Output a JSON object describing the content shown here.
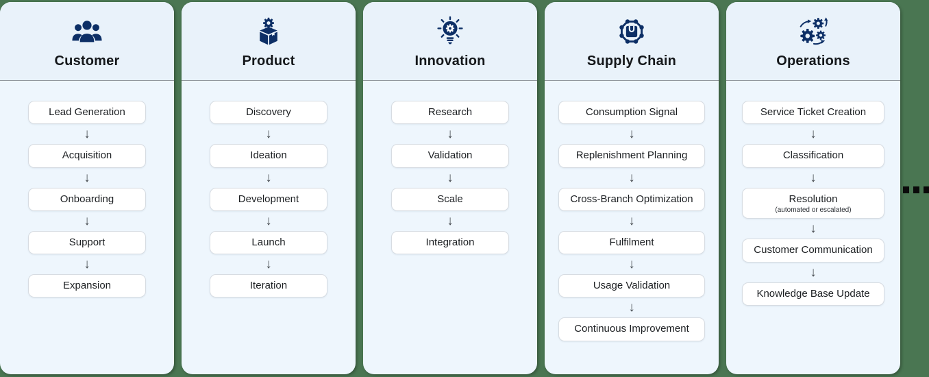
{
  "colors": {
    "background": "#4a7652",
    "card": "#eef6fd",
    "card_header": "#e9f2fa",
    "icon": "#0d2f66",
    "step_border": "#d7dce2",
    "dash": "#0b0b0b"
  },
  "connector": {
    "type": "dashed-continuation",
    "position": "right-edge"
  },
  "columns": [
    {
      "title": "Customer",
      "icon": "people-group-icon",
      "steps": [
        {
          "label": "Lead Generation"
        },
        {
          "label": "Acquisition"
        },
        {
          "label": "Onboarding"
        },
        {
          "label": "Support"
        },
        {
          "label": "Expansion"
        }
      ]
    },
    {
      "title": "Product",
      "icon": "package-gear-icon",
      "steps": [
        {
          "label": "Discovery"
        },
        {
          "label": "Ideation"
        },
        {
          "label": "Development"
        },
        {
          "label": "Launch"
        },
        {
          "label": "Iteration"
        }
      ]
    },
    {
      "title": "Innovation",
      "icon": "lightbulb-gear-icon",
      "steps": [
        {
          "label": "Research"
        },
        {
          "label": "Validation"
        },
        {
          "label": "Scale"
        },
        {
          "label": "Integration"
        }
      ]
    },
    {
      "title": "Supply Chain",
      "icon": "network-box-icon",
      "steps": [
        {
          "label": "Consumption Signal"
        },
        {
          "label": "Replenishment Planning"
        },
        {
          "label": "Cross-Branch Optimization"
        },
        {
          "label": "Fulfilment"
        },
        {
          "label": "Usage Validation"
        },
        {
          "label": "Continuous Improvement"
        }
      ]
    },
    {
      "title": "Operations",
      "icon": "gears-sync-icon",
      "steps": [
        {
          "label": "Service Ticket Creation"
        },
        {
          "label": "Classification"
        },
        {
          "label": "Resolution",
          "sublabel": "(automated or escalated)"
        },
        {
          "label": "Customer Communication"
        },
        {
          "label": "Knowledge Base Update"
        }
      ]
    }
  ]
}
